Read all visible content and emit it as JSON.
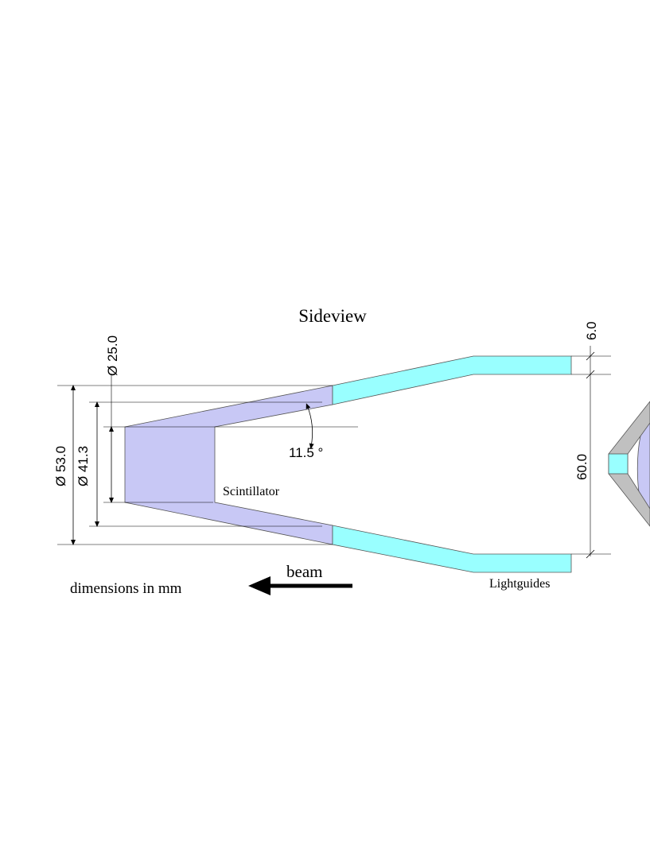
{
  "diagram": {
    "title": "Sideview",
    "units_note": "dimensions in mm",
    "labels": {
      "scintillator": "Scintillator",
      "lightguides": "Lightguides",
      "beam": "beam"
    },
    "dimensions": {
      "outer_diameter": "Ø 53.0",
      "middle_diameter": "Ø 41.3",
      "inner_diameter": "Ø 25.0",
      "angle": "11.5 °",
      "lightguide_thickness": "6.0",
      "lightguide_gap": "60.0"
    },
    "colors": {
      "scintillator": "#c8c8f5",
      "lightguide": "#99ffff",
      "frame": "#c0c0c0",
      "outline": "#555555"
    }
  }
}
